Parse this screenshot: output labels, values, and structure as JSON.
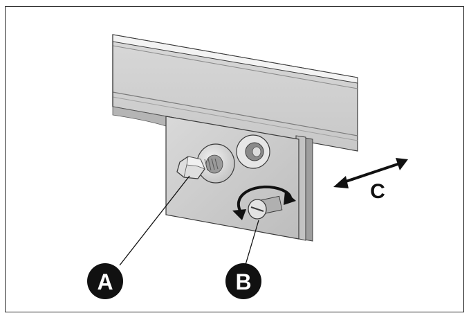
{
  "callouts": {
    "a": {
      "label": "A"
    },
    "b": {
      "label": "B"
    },
    "c": {
      "label": "C"
    }
  },
  "colors": {
    "frame": "#2a2a2a",
    "metal_light": "#e4e4e4",
    "metal_mid": "#cfcfcf",
    "metal_dark": "#9a9a9a",
    "outline": "#3a3a3a",
    "callout_fill": "#111111",
    "callout_text": "#ffffff"
  }
}
